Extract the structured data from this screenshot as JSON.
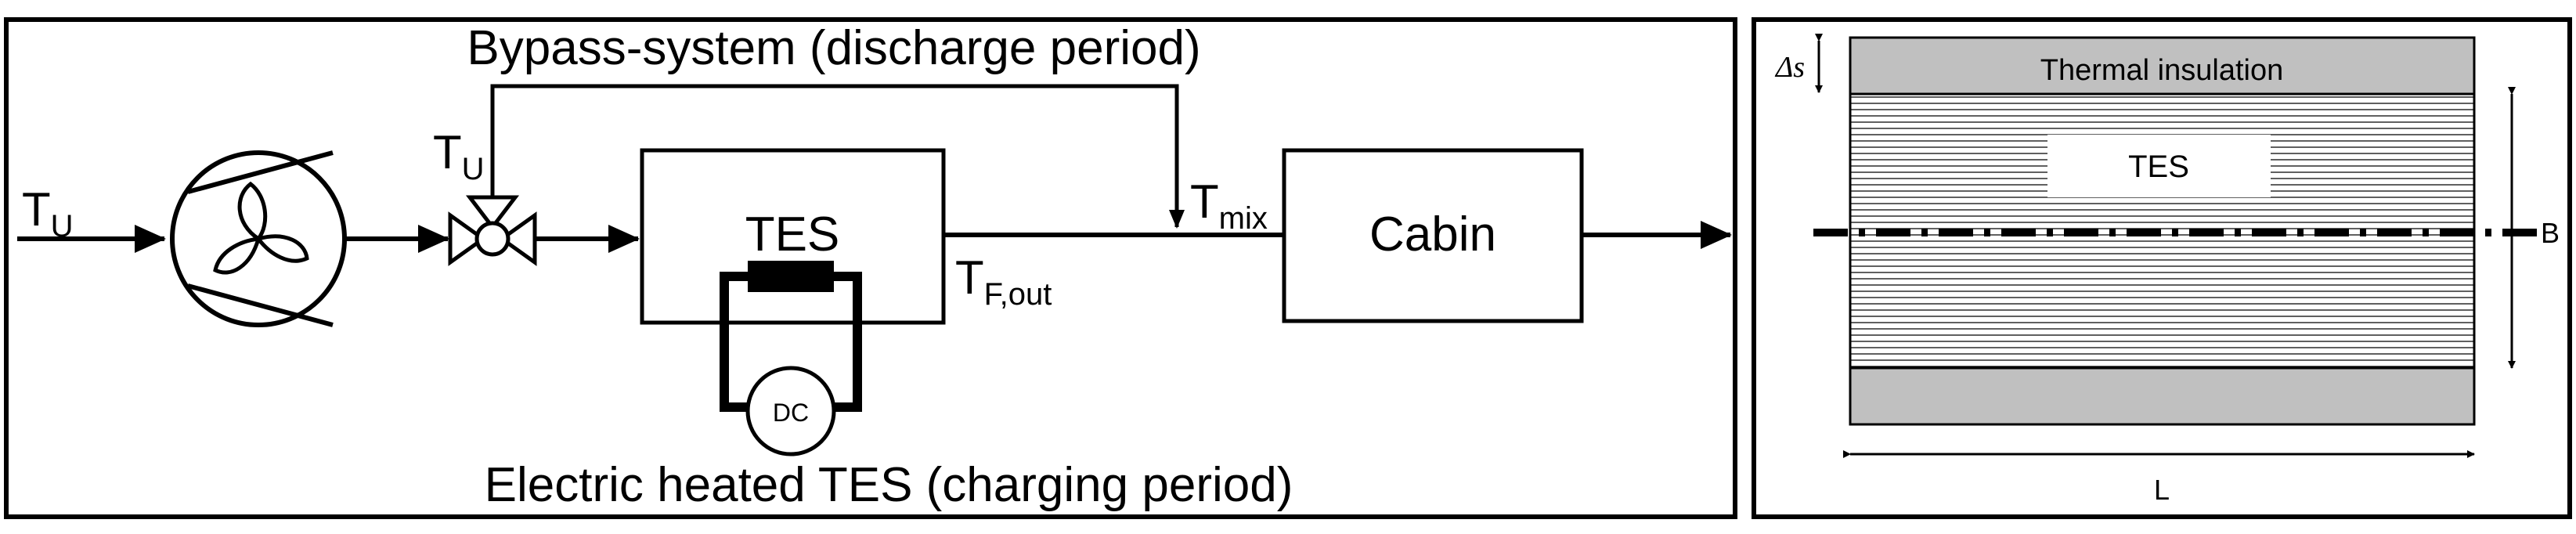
{
  "left_panel": {
    "bypass_label": "Bypass-system (discharge period)",
    "charging_label": "Electric heated TES (charging period)",
    "tu_inlet": {
      "main": "T",
      "sub": "U"
    },
    "tu_valve": {
      "main": "T",
      "sub": "U"
    },
    "tf_out": {
      "main": "T",
      "sub": "F,out"
    },
    "tmix": {
      "main": "T",
      "sub": "mix"
    },
    "tes_label": "TES",
    "dc_label": "DC",
    "cabin_label": "Cabin"
  },
  "right_panel": {
    "insulation_label": "Thermal insulation",
    "tes_label": "TES",
    "delta_s_label": "Δs",
    "b_label": "B",
    "l_label": "L"
  },
  "colors": {
    "stroke": "#000000",
    "insulation_fill": "#c0c0c0",
    "background": "#ffffff"
  }
}
